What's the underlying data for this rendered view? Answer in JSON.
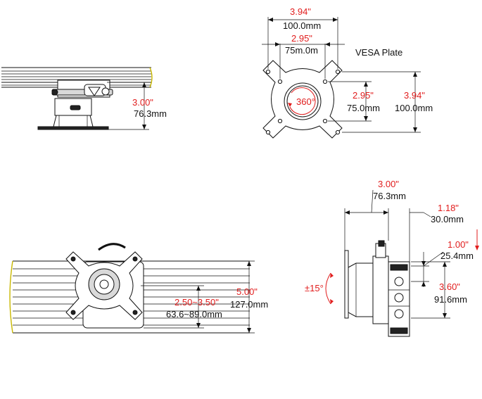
{
  "vesa": {
    "title": "VESA Plate",
    "outer_in": "3.94\"",
    "outer_mm": "100.0mm",
    "inner_in": "2.95\"",
    "inner_mm": "75m.0m",
    "rotation": "360°",
    "side_inner_in": "2.95\"",
    "side_inner_mm": "75.0mm",
    "side_outer_in": "3.94\"",
    "side_outer_mm": "100.0mm"
  },
  "top_left": {
    "height_in": "3.00\"",
    "height_mm": "76.3mm"
  },
  "front": {
    "range_in": "2.50~3.50\"",
    "range_mm": "63.6~89.0mm",
    "height_in": "5.00\"",
    "height_mm": "127.0mm"
  },
  "side": {
    "depth_in": "3.00\"",
    "depth_mm": "76.3mm",
    "rail_in": "1.18\"",
    "rail_mm": "30.0mm",
    "offset_in": "1.00\"",
    "offset_mm": "25.4mm",
    "span_in": "3.60\"",
    "span_mm": "91.6mm",
    "tilt": "±15°"
  }
}
